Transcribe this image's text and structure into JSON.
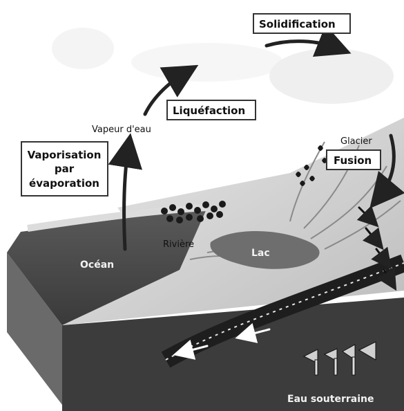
{
  "labels": {
    "solidification": "Solidification",
    "liquefaction": "Liquéfaction",
    "vapeur": "Vapeur d'eau",
    "vaporisation_line1": "Vaporisation",
    "vaporisation_line2": "par",
    "vaporisation_line3": "évaporation",
    "glacier": "Glacier",
    "fusion": "Fusion",
    "riviere": "Rivière",
    "lac": "Lac",
    "ocean": "Océan",
    "eau_souterraine": "Eau souterraine"
  },
  "colors": {
    "arrow": "#222222",
    "box_border": "#333333",
    "ocean": "#4a4a4a",
    "land": "#cfcfcf",
    "underground": "#2e2e2e",
    "lake": "#6e6e6e"
  },
  "icons": {
    "raindrops": "raindrop-cluster-icon",
    "snowflakes": "snowflake-cluster-icon",
    "wells": "underground-well-icon"
  }
}
